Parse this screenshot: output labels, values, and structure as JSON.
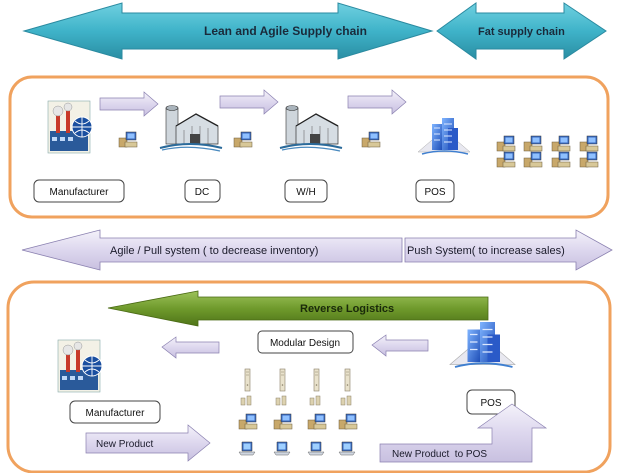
{
  "top_arrows": {
    "lean_agile": "Lean and Agile Supply chain",
    "fat": "Fat supply chain"
  },
  "upper_panel": {
    "manufacturer": "Manufacturer",
    "dc": "DC",
    "wh": "W/H",
    "pos": "POS"
  },
  "middle_arrows": {
    "pull": "Agile / Pull system ( to decrease inventory)",
    "push": "Push System( to increase sales)"
  },
  "lower_panel": {
    "reverse_logistics": "Reverse Logistics",
    "modular_design": "Modular Design",
    "manufacturer": "Manufacturer",
    "pos": "POS",
    "new_product": "New Product",
    "new_product_to_pos": "New Product  to POS"
  },
  "colors": {
    "teal_arrow": "#3fb3c9",
    "panel_border": "#f0a25e",
    "lavender": "#dcd6ec",
    "green_arrow": "#6f9a2c"
  }
}
